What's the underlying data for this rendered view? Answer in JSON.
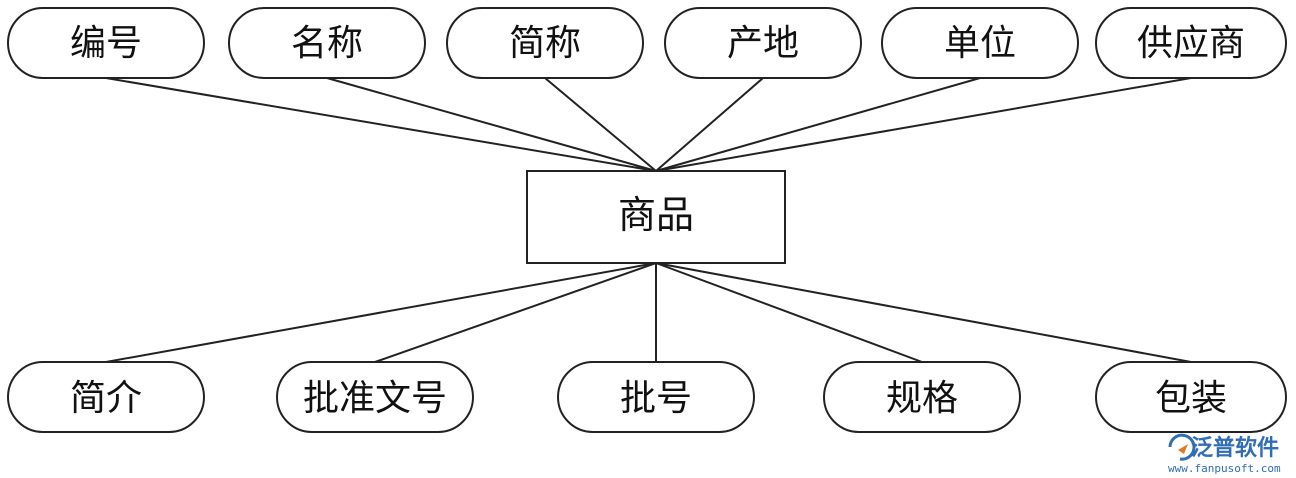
{
  "diagram": {
    "entity": {
      "label": "商品"
    },
    "top_attributes": [
      {
        "label": "编号"
      },
      {
        "label": "名称"
      },
      {
        "label": "简称"
      },
      {
        "label": "产地"
      },
      {
        "label": "单位"
      },
      {
        "label": "供应商"
      }
    ],
    "bottom_attributes": [
      {
        "label": "简介"
      },
      {
        "label": "批准文号"
      },
      {
        "label": "批号"
      },
      {
        "label": "规格"
      },
      {
        "label": "包装"
      }
    ]
  },
  "watermark": {
    "brand": "泛普软件",
    "url": "www.fanpusoft.com",
    "logo_icon": "fanpu-logo-icon",
    "color": "#2f6db5"
  },
  "colors": {
    "stroke": "#222222",
    "text": "#111111",
    "background": "#ffffff"
  }
}
